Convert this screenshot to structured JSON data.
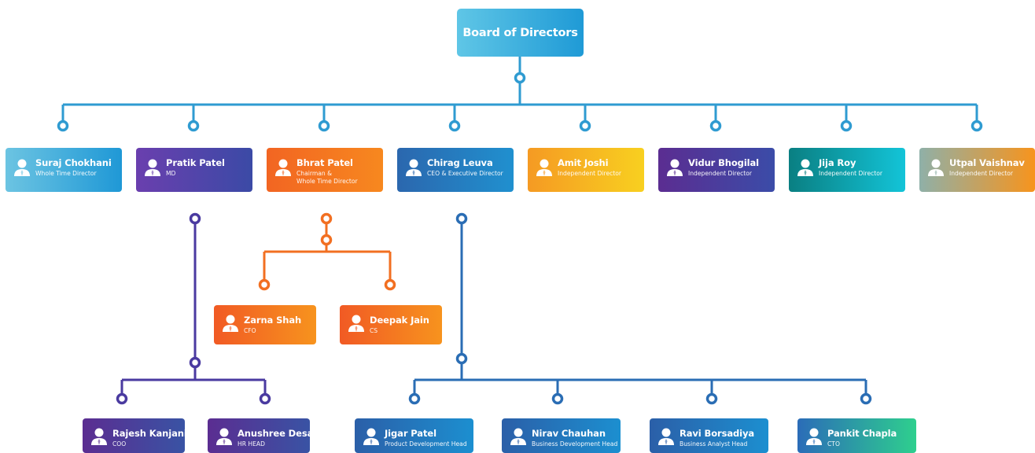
{
  "root": {
    "label": "Board of Directors"
  },
  "directors": [
    {
      "name": "Suraj Chokhani",
      "role": "Whole Time Director"
    },
    {
      "name": "Pratik Patel",
      "role": "MD"
    },
    {
      "name": "Bhrat Patel",
      "role": "Chairman &\nWhole Time Director"
    },
    {
      "name": "Chirag Leuva",
      "role": "CEO & Executive Director"
    },
    {
      "name": "Amit Joshi",
      "role": "Independent Director"
    },
    {
      "name": "Vidur Bhogilal",
      "role": "Independent Director"
    },
    {
      "name": "Jija Roy",
      "role": "Independent Director"
    },
    {
      "name": "Utpal Vaishnav",
      "role": "Independent Director"
    }
  ],
  "bhrat_reports": [
    {
      "name": "Zarna Shah",
      "role": "CFO"
    },
    {
      "name": "Deepak Jain",
      "role": "CS"
    }
  ],
  "pratik_reports": [
    {
      "name": "Rajesh Kanjani",
      "role": "COO"
    },
    {
      "name": "Anushree Desai",
      "role": "HR HEAD"
    }
  ],
  "chirag_reports": [
    {
      "name": "Jigar Patel",
      "role": "Product Development Head"
    },
    {
      "name": "Nirav Chauhan",
      "role": "Business Development Head"
    },
    {
      "name": "Ravi Borsadiya",
      "role": "Business Analyst Head"
    },
    {
      "name": "Pankit Chapla",
      "role": "CTO"
    }
  ],
  "colors": {
    "root_line": "#2f9bd1",
    "pratik_line": "#4a3aa0",
    "bhrat_line": "#f26f21",
    "chirag_line": "#2a6db4"
  }
}
